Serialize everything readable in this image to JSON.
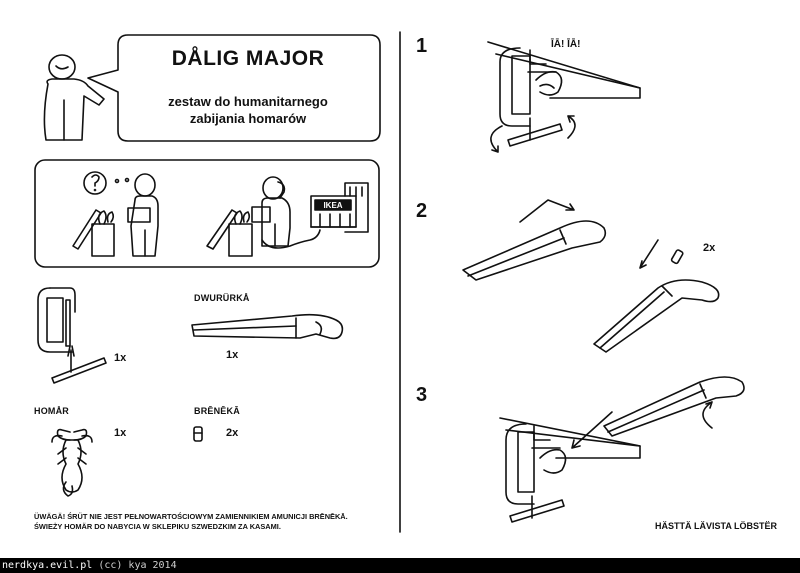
{
  "header": {
    "title": "DÅLIG MAJOR",
    "subtitle": "zestaw do humanitarnego\nzabijania homarów"
  },
  "parts": [
    {
      "label": "",
      "qty": "1x"
    },
    {
      "label": "DWURÜRKÅ",
      "qty": "1x"
    },
    {
      "label": "HOMÅR",
      "qty": "1x"
    },
    {
      "label": "BRĒNĒKĀ",
      "qty": "2x"
    }
  ],
  "store_sign": "IKEA",
  "warning": "ÜWÄGÄ! ŚRÜT NIE JEST PEŁNOWARTOŚCIOWYM ZAMIENNIKIEM AMUNICJI BRĒNĒKĀ.\nŚWIEŻY HOMÄR DO NABYCIA W SKLEPIKU SZWEDZKIM ZA KASAMI.",
  "steps": [
    {
      "number": "1",
      "exclamation": "ĪĀ! ĪĀ!"
    },
    {
      "number": "2",
      "quantity": "2x"
    },
    {
      "number": "3"
    }
  ],
  "final_caption": "HÄSTTÄ LÄVISTA LÖBSTËR",
  "footer": {
    "site": "nerdkya.evil.pl",
    "credit": " (cc) kya 2014"
  }
}
